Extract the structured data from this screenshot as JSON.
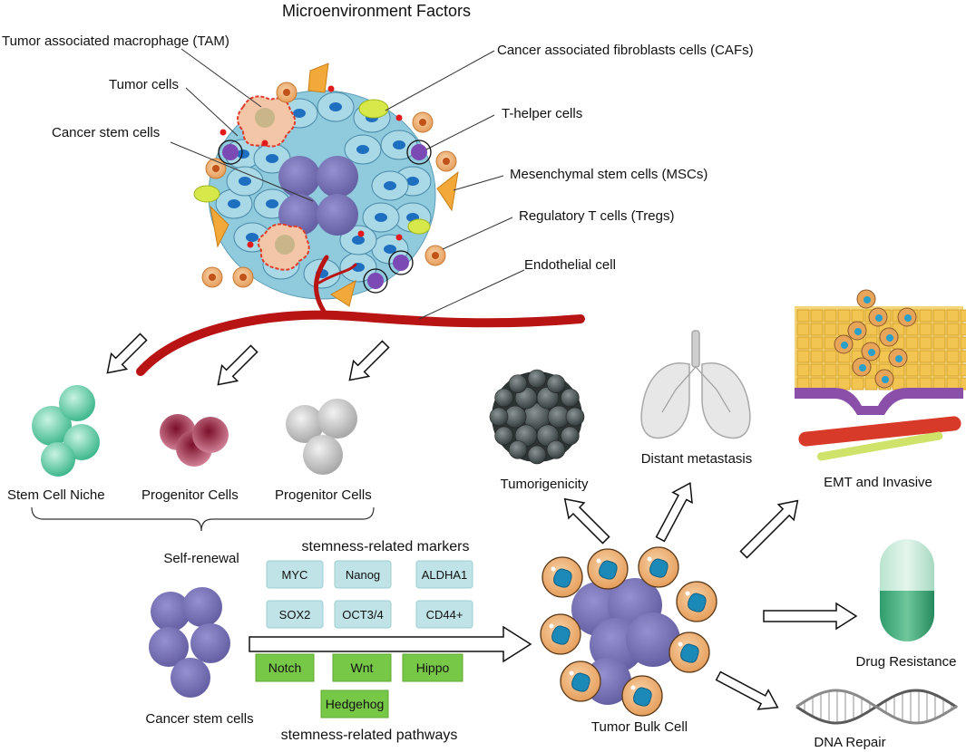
{
  "title": "Microenvironment Factors",
  "callouts": {
    "tam": "Tumor associated macrophage (TAM)",
    "tumor_cells": "Tumor cells",
    "csc": "Cancer stem cells",
    "cafs": "Cancer associated fibroblasts cells (CAFs)",
    "th": "T-helper cells",
    "mscs": "Mesenchymal stem cells (MSCs)",
    "tregs": "Regulatory T cells (Tregs)",
    "endothelial": "Endothelial  cell"
  },
  "niche": {
    "stem_cell_niche": "Stem Cell Niche",
    "progenitor_1": "Progenitor  Cells",
    "progenitor_2": "Progenitor  Cells",
    "self_renewal": "Self-renewal"
  },
  "csc_label": "Cancer stem cells",
  "markers": {
    "title": "stemness-related  markers",
    "items": [
      "MYC",
      "Nanog",
      "ALDHA1",
      "SOX2",
      "OCT3/4",
      "CD44+"
    ]
  },
  "pathways": {
    "title": "stemness-related  pathways",
    "items": [
      "Notch",
      "Wnt",
      "Hippo",
      "Hedgehog"
    ]
  },
  "outcomes": {
    "tumorigenicity": "Tumorigenicity",
    "distant_metastasis": "Distant metastasis",
    "emt": "EMT and Invasive",
    "drug_resistance": "Drug Resistance",
    "dna_repair": "DNA Repair",
    "tumor_bulk": "Tumor Bulk Cell"
  },
  "colors": {
    "tumor_cell": "#a9d8e6",
    "nucleus": "#1e6fc0",
    "csc": "#7a75b5",
    "vessel": "#c01818",
    "marker_box": "#bfe3e6",
    "pathway_box": "#78c848",
    "niche_green": "#4fc79c",
    "progenitor_red": "#a8243c",
    "progenitor_gray": "#bdbdbd",
    "macrophage": "#f2b880"
  }
}
